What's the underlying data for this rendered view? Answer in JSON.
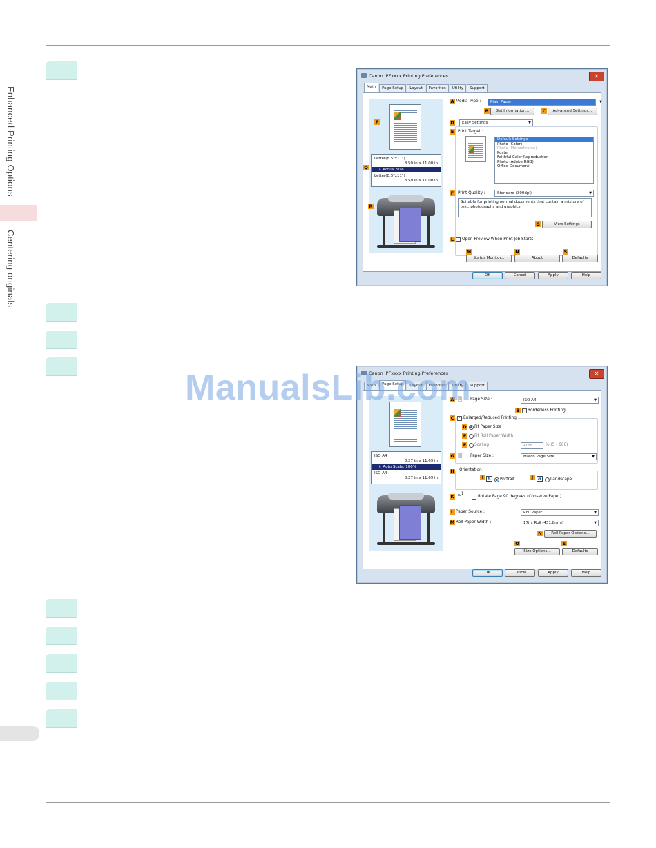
{
  "sidebar": {
    "section_top": "Enhanced Printing Options",
    "section_bottom": "Centering originals"
  },
  "dialog1": {
    "title": "Canon iPFxxxx Printing Preferences",
    "close": "✕",
    "tabs": [
      "Main",
      "Page Setup",
      "Layout",
      "Favorites",
      "Utility",
      "Support"
    ],
    "labels": {
      "A": "A",
      "B": "B",
      "C": "C",
      "D": "D",
      "E": "E",
      "F": "F",
      "G": "G",
      "L": "L",
      "M": "M",
      "N": "N",
      "S": "S",
      "P": "P",
      "Q": "Q",
      "R": "R"
    },
    "media_type_label": "Media Type :",
    "media_type_value": "Plain Paper",
    "get_information": "Get Information...",
    "advanced_settings": "Advanced Settings...",
    "mode_value": "Easy Settings",
    "print_target_label": "Print Target :",
    "print_targets": [
      "Default Settings",
      "Photo (Color)",
      "Photo (Monochrome)",
      "Poster",
      "Faithful Color Reproduction",
      "Photo (Adobe RGB)",
      "Office Document"
    ],
    "print_quality_label": "Print Quality :",
    "print_quality_value": "Standard (300dpi)",
    "description": "Suitable for printing normal documents that contain a mixture of text, photographs and graphics.",
    "view_settings": "View Settings",
    "open_preview": "Open Preview When Print Job Starts",
    "status_monitor": "Status Monitor...",
    "about": "About",
    "defaults": "Defaults",
    "ok": "OK",
    "cancel": "Cancel",
    "apply": "Apply",
    "help": "Help",
    "size_line1": "Letter(8.5\"x11\") :",
    "size_line2": "8.50 in x 11.00 in",
    "size_bar": "Actual Size",
    "size_line3": "Letter(8.5\"x11\") :",
    "size_line4": "8.50 in x 11.00 in"
  },
  "dialog2": {
    "title": "Canon iPFxxxx Printing Preferences",
    "close": "✕",
    "tabs": [
      "Main",
      "Page Setup",
      "Layout",
      "Favorites",
      "Utility",
      "Support"
    ],
    "labels": {
      "A": "A",
      "B": "B",
      "C": "C",
      "D": "D",
      "E": "E",
      "F": "F",
      "G": "G",
      "H": "H",
      "I": "I",
      "J": "J",
      "K": "K",
      "L": "L",
      "M": "M",
      "N": "N",
      "O": "O",
      "S": "S"
    },
    "page_size_label": "Page Size :",
    "page_size_value": "ISO A4",
    "borderless": "Borderless Printing",
    "enlarged": "Enlarged/Reduced Printing",
    "fit_paper_size": "Fit Paper Size",
    "fit_roll_width": "Fit Roll Paper Width",
    "scaling": "Scaling",
    "scaling_value": "Auto",
    "scaling_range": "% (5 - 600)",
    "paper_size_label": "Paper Size :",
    "paper_size_value": "Match Page Size",
    "orientation": "Orientation",
    "portrait": "Portrait",
    "landscape": "Landscape",
    "rotate": "Rotate Page 90 degrees (Conserve Paper)",
    "paper_source_label": "Paper Source :",
    "paper_source_value": "Roll Paper",
    "roll_width_label": "Roll Paper Width :",
    "roll_width_value": "17in. Roll (431.8mm)",
    "roll_options": "Roll Paper Options...",
    "size_options": "Size Options...",
    "defaults": "Defaults",
    "ok": "OK",
    "cancel": "Cancel",
    "apply": "Apply",
    "help": "Help",
    "size_line1": "ISO A4 :",
    "size_line2": "8.27 in x 11.69 in",
    "size_bar": "Auto Scale: 100%",
    "size_line3": "ISO A4 :",
    "size_line4": "8.27 in x 11.69 in"
  },
  "watermark": "ManualsLib.com"
}
